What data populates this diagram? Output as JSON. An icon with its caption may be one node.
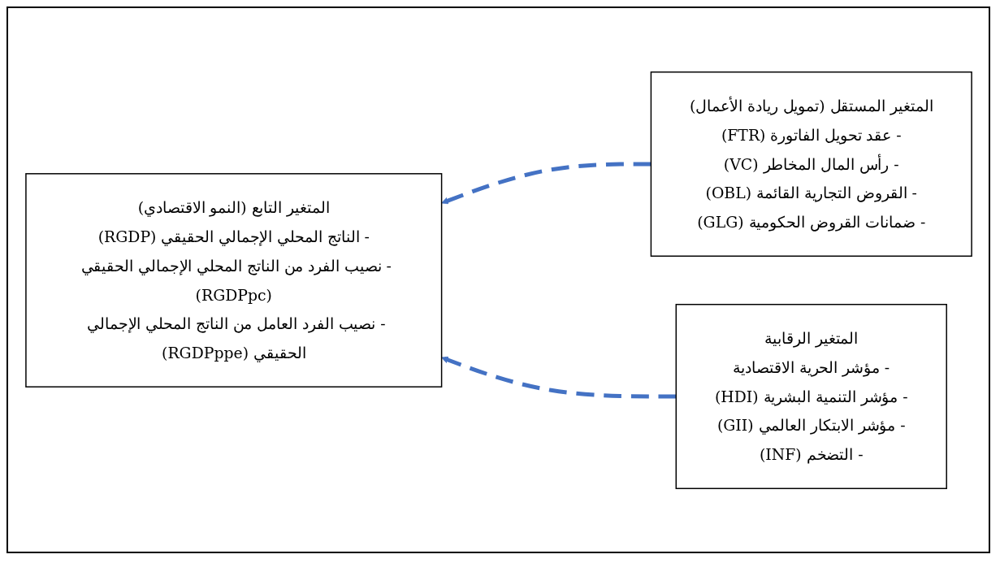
{
  "diagram": {
    "nodes": [
      {
        "text": [
          "المتغير التابع (النمو الاقتصادي)",
          "- الناتج المحلي الإجمالي الحقيقي (RGDP)",
          "- نصيب الفرد من الناتج المحلي الإجمالي الحقيقي (RGDPpc)",
          "- نصيب الفرد العامل من الناتج المحلي الإجمالي الحقيقي (RGDPppe)"
        ]
      },
      {
        "text": [
          "المتغير المستقل (تمويل ريادة الأعمال)",
          "- عقد تحويل الفاتورة (FTR)",
          "- رأس المال المخاطر (VC)",
          "- القروض التجارية القائمة (OBL)",
          "- ضمانات القروض الحكومية (GLG)"
        ]
      },
      {
        "text": [
          "المتغير الرقابية",
          "- مؤشر الحرية الاقتصادية",
          "- مؤشر التنمية البشرية (HDI)",
          "- مؤشر الابتكار العالمي (GII)",
          "- التضخم (INF)"
        ]
      }
    ],
    "edges": [
      {
        "from": 1,
        "to": 0,
        "arrow": "to",
        "style": "dashed"
      },
      {
        "from": 2,
        "to": 0,
        "arrow": "to",
        "style": "dashed"
      }
    ]
  }
}
